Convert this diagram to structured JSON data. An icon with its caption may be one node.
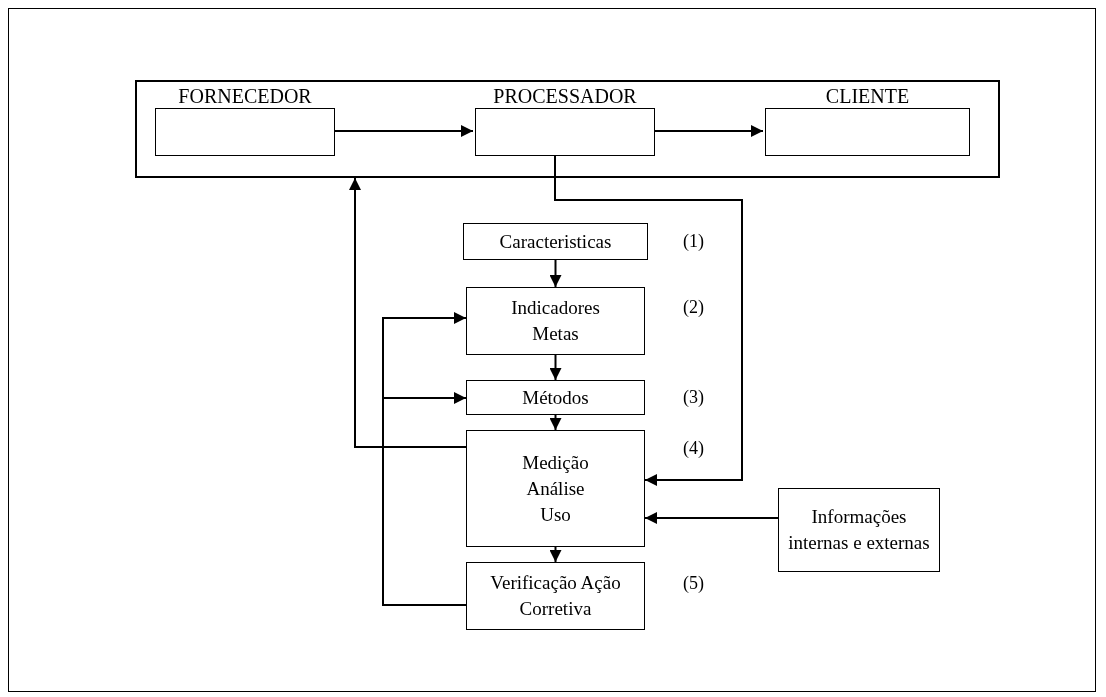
{
  "diagram": {
    "nodes": [
      {
        "text": [],
        "shape": "box"
      },
      {
        "text": [
          "FORNECEDOR"
        ],
        "in": 0
      },
      {
        "text": [
          "PROCESSADOR"
        ],
        "in": 0
      },
      {
        "text": [
          "CLIENTE"
        ],
        "in": 0
      },
      {
        "text": [
          "Caracteristicas"
        ],
        "beside": [
          "(1)"
        ]
      },
      {
        "text": [
          "Indicadores Metas"
        ],
        "beside": [
          "(2)"
        ]
      },
      {
        "text": [
          "Métodos"
        ],
        "beside": [
          "(3)"
        ]
      },
      {
        "text": [
          "Medição Análise Uso"
        ],
        "beside": [
          "(4)"
        ]
      },
      {
        "text": [
          "Verificação Ação Corretiva"
        ],
        "beside": [
          "(5)"
        ]
      },
      {
        "text": [
          "Informações internas e externas"
        ]
      }
    ],
    "edges": [
      {
        "from": 1,
        "to": 2,
        "arrow": "to"
      },
      {
        "from": 2,
        "to": 3,
        "arrow": "to"
      },
      {
        "from": 4,
        "to": 5,
        "arrow": "to"
      },
      {
        "from": 5,
        "to": 6,
        "arrow": "to"
      },
      {
        "from": 6,
        "to": 7,
        "arrow": "to"
      },
      {
        "from": 7,
        "to": 8,
        "arrow": "to"
      },
      {
        "from": 2,
        "to": 7,
        "arrow": "to"
      },
      {
        "from": 9,
        "to": 7,
        "arrow": "to"
      },
      {
        "from": 7,
        "to": 0,
        "arrow": "to"
      },
      {
        "from": 8,
        "to": 5,
        "arrow": "to"
      },
      {
        "from": 8,
        "to": 6,
        "arrow": "to"
      }
    ]
  }
}
